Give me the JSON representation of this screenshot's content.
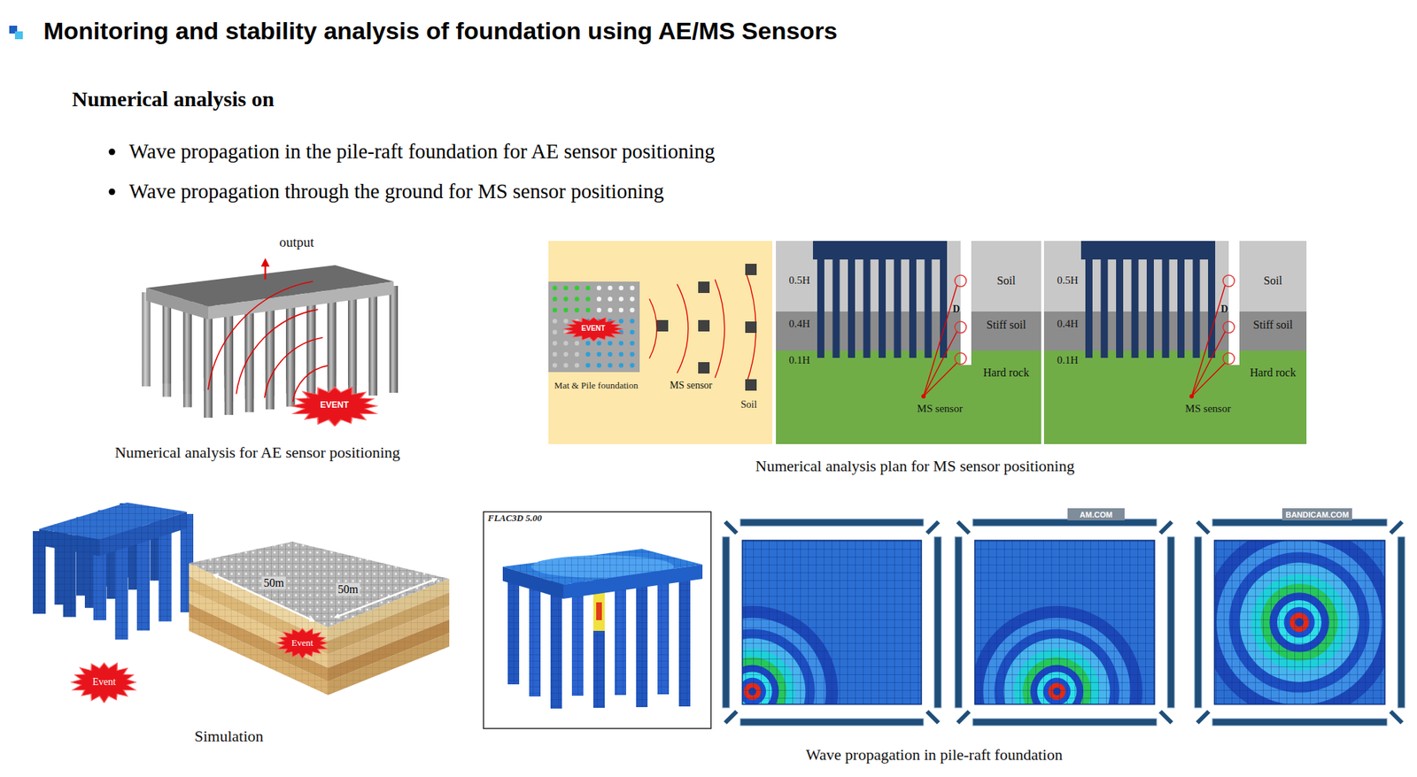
{
  "diagram": {
    "title": "Monitoring and stability analysis of foundation using AE/MS Sensors",
    "nodes": [
      {
        "text": [
          "EVENT"
        ]
      },
      {
        "text": [
          "Soil"
        ]
      },
      {
        "text": [
          "Mat & Pile foundation"
        ],
        "in": 1
      },
      {
        "text": [
          "EVENT"
        ],
        "in": 2
      },
      {
        "text": [
          "Soil"
        ]
      },
      {
        "text": [
          "Stiff soil"
        ]
      },
      {
        "text": [
          "Hard rock"
        ]
      },
      {
        "text": [
          "Soil"
        ]
      },
      {
        "text": [
          "Stiff soil"
        ]
      },
      {
        "text": [
          "Hard rock"
        ]
      },
      {
        "text": [
          "Event"
        ]
      },
      {
        "text": [
          "Event"
        ]
      }
    ],
    "labels": [
      "Numerical analysis on",
      "Wave propagation in the pile-raft foundation for AE sensor positioning",
      "Wave propagation through the ground for MS sensor positioning",
      "output",
      "Numerical analysis for AE sensor positioning",
      "MS sensor",
      "0.5H",
      "0.4H",
      "0.1H",
      "D",
      "MS sensor",
      "0.5H",
      "0.4H",
      "0.1H",
      "D",
      "MS sensor",
      "Numerical analysis plan for MS sensor positioning",
      "50m",
      "50m",
      "Simulation",
      "FLAC3D 5.00",
      "AM.COM",
      "BANDICAM.COM",
      "Wave propagation in pile-raft foundation"
    ]
  }
}
